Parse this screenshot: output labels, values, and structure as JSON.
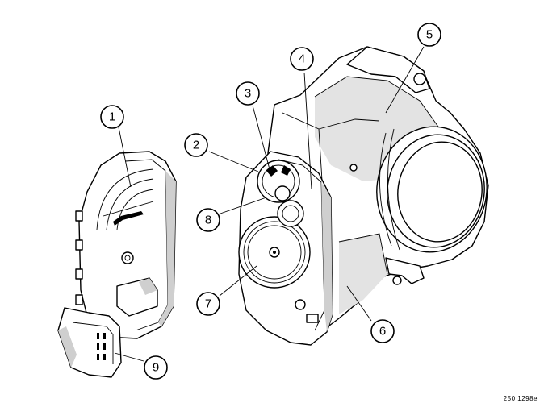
{
  "callouts": [
    {
      "label": "1"
    },
    {
      "label": "2"
    },
    {
      "label": "3"
    },
    {
      "label": "4"
    },
    {
      "label": "5"
    },
    {
      "label": "6"
    },
    {
      "label": "7"
    },
    {
      "label": "8"
    },
    {
      "label": "9"
    }
  ],
  "reference_code": "250 1298e"
}
